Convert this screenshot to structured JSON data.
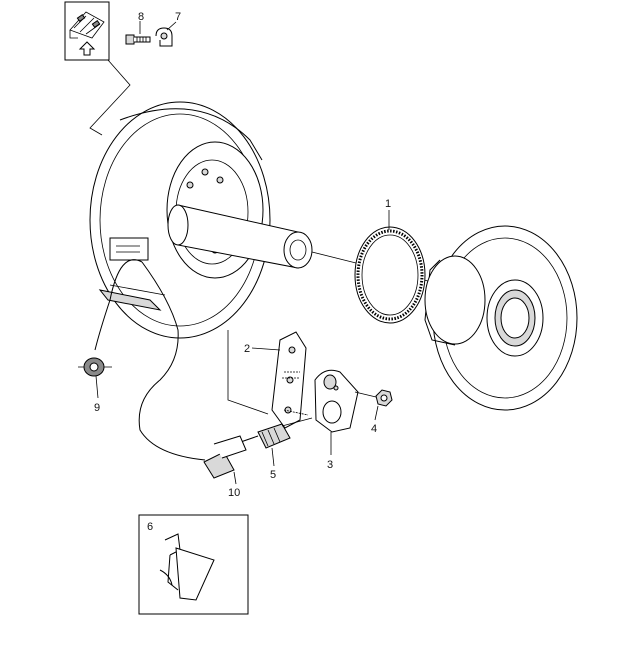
{
  "callouts": [
    {
      "id": "1",
      "part": "abs-tone-ring"
    },
    {
      "id": "2",
      "part": "sensor-bracket"
    },
    {
      "id": "3",
      "part": "sensor-holder"
    },
    {
      "id": "4",
      "part": "nut"
    },
    {
      "id": "5",
      "part": "wheel-speed-sensor"
    },
    {
      "id": "6",
      "part": "cable-clip"
    },
    {
      "id": "7",
      "part": "clamp"
    },
    {
      "id": "8",
      "part": "screw"
    },
    {
      "id": "9",
      "part": "grommet"
    },
    {
      "id": "10",
      "part": "sensor-connector"
    }
  ],
  "icons": {
    "orientation_view": "vehicle-orientation-icon",
    "direction": "up-arrow-icon"
  }
}
